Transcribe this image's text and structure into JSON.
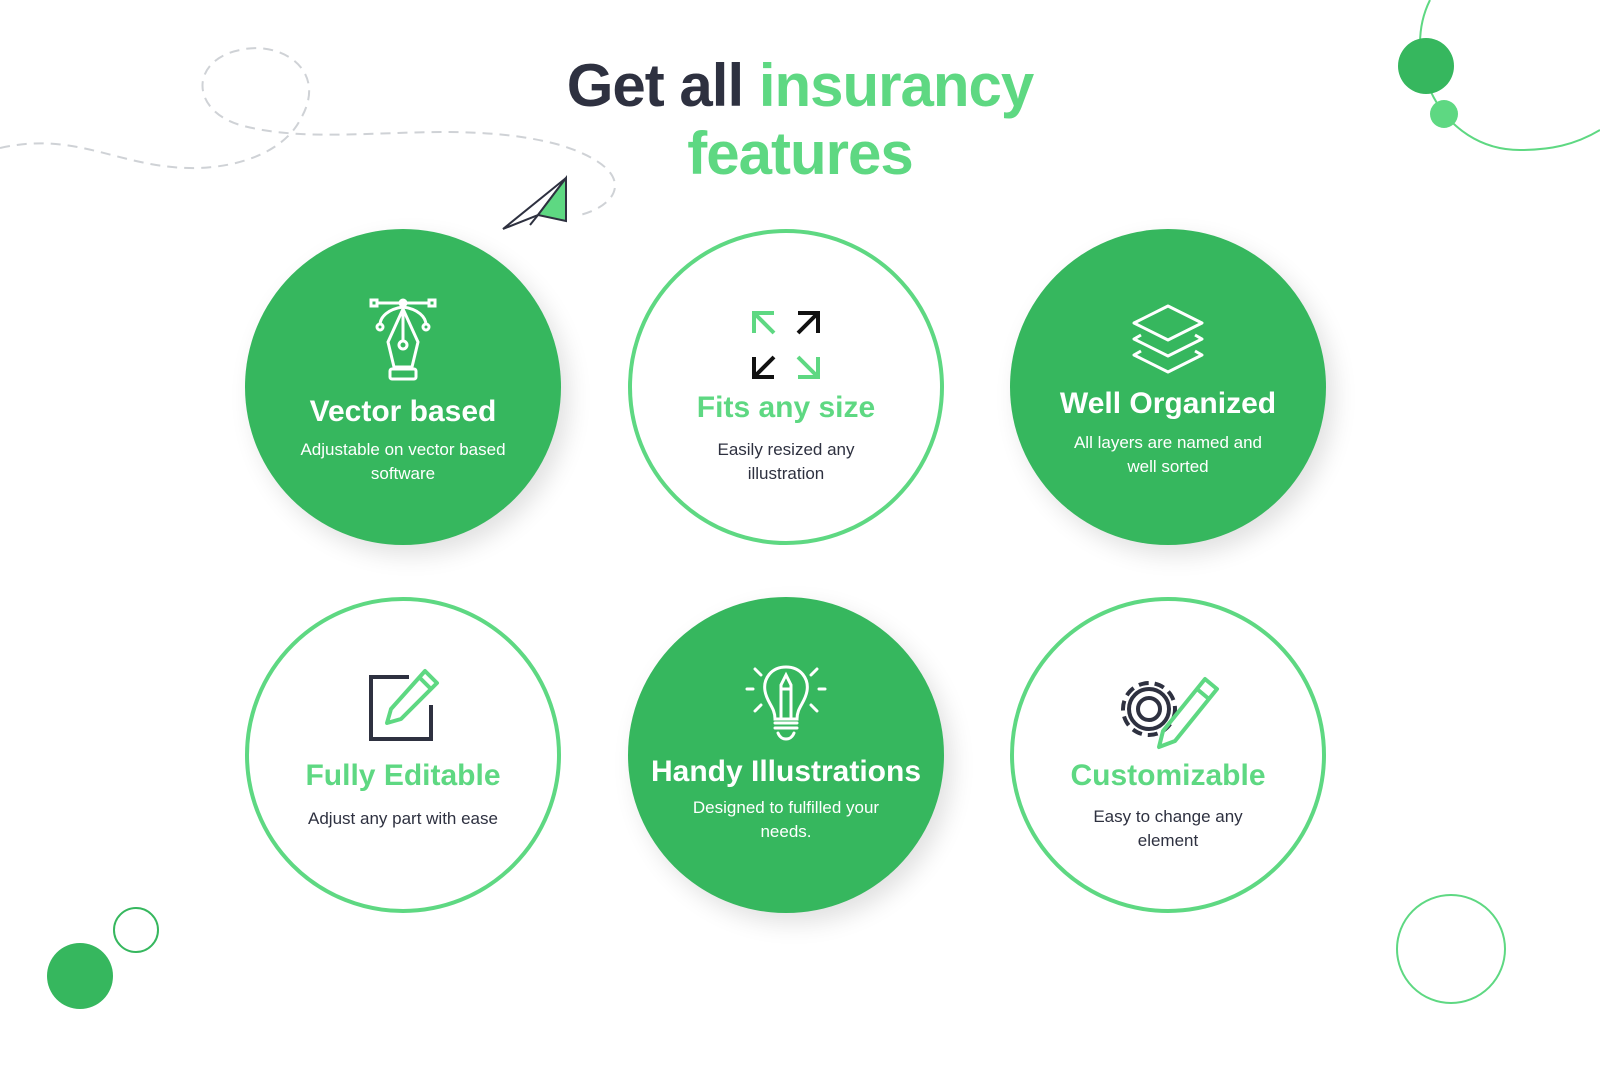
{
  "title": {
    "part1": "Get all",
    "part2": "insurancy",
    "part3": "features"
  },
  "colors": {
    "primary": "#36b75e",
    "accent": "#5ed882",
    "text": "#2e3140"
  },
  "features": [
    {
      "title": "Vector based",
      "desc": "Adjustable on vector based software",
      "icon": "pen-tool-icon"
    },
    {
      "title": "Fits any size",
      "desc": "Easily resized any illustration",
      "icon": "resize-arrows-icon"
    },
    {
      "title": "Well Organized",
      "desc": "All layers are named and well sorted",
      "icon": "layers-icon"
    },
    {
      "title": "Fully Editable",
      "desc": "Adjust any part with ease",
      "icon": "edit-icon"
    },
    {
      "title": "Handy Illustrations",
      "desc": "Designed to fulfilled your needs.",
      "icon": "lightbulb-icon"
    },
    {
      "title": "Customizable",
      "desc": "Easy to change any element",
      "icon": "gear-pencil-icon"
    }
  ]
}
